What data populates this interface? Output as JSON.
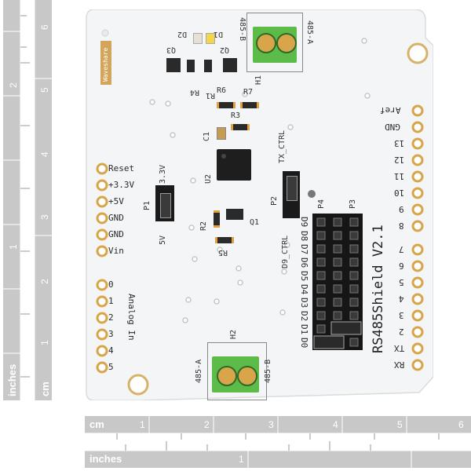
{
  "rulers": {
    "vertical_inches_label": "inches",
    "vertical_cm_label": "cm",
    "vertical_inch_numbers": [
      "1",
      "2"
    ],
    "vertical_cm_numbers": [
      "1",
      "2",
      "3",
      "4",
      "5",
      "6"
    ],
    "horizontal_cm_label": "cm",
    "horizontal_inches_label": "inches",
    "horizontal_cm_numbers": [
      "1",
      "2",
      "3",
      "4",
      "5",
      "6"
    ],
    "horizontal_inch_numbers": [
      "1"
    ]
  },
  "board": {
    "title": "RS485Shield V2.1",
    "colors": {
      "pcb": "#f4f6f7",
      "header": "#1a1a1a",
      "terminal": "#5dbb4a",
      "pad": "#e0a040"
    },
    "left_power_pins": [
      "Reset",
      "+3.3V",
      "+5V",
      "GND",
      "GND",
      "Vin"
    ],
    "analog_pins": [
      "0",
      "1",
      "2",
      "3",
      "4",
      "5"
    ],
    "analog_label": "Analog In",
    "right_digital_pins": [
      "Aref",
      "GND",
      "13",
      "12",
      "11",
      "10",
      "9",
      "8",
      "7",
      "6",
      "5",
      "4",
      "3",
      "2",
      "TX",
      "RX"
    ],
    "p4_pins": [
      "D9",
      "D8",
      "D7",
      "D6",
      "D5",
      "D4",
      "D3",
      "D2",
      "D1",
      "D0"
    ],
    "components": {
      "h1": "H1",
      "h2": "H2",
      "h1_left": "485-B",
      "h1_right": "485-A",
      "h2_left": "485-A",
      "h2_right": "485-B",
      "u2": "U2",
      "p1": "P1",
      "p2": "P2",
      "p3": "P3",
      "p4": "P4",
      "q1": "Q1",
      "q2": "Q2",
      "q3": "Q3",
      "d1": "D1",
      "d2": "D2",
      "r1": "R1",
      "r2": "R2",
      "r3": "R3",
      "r4": "R4",
      "r5": "R5",
      "r6": "R6",
      "r7": "R7",
      "c1": "C1",
      "p1_top": "3.3V",
      "p1_bottom": "5V",
      "tx_ctrl": "TX_CTRL",
      "d9_ctrl": "D9_CTRL",
      "logo": "Waveshare"
    }
  }
}
